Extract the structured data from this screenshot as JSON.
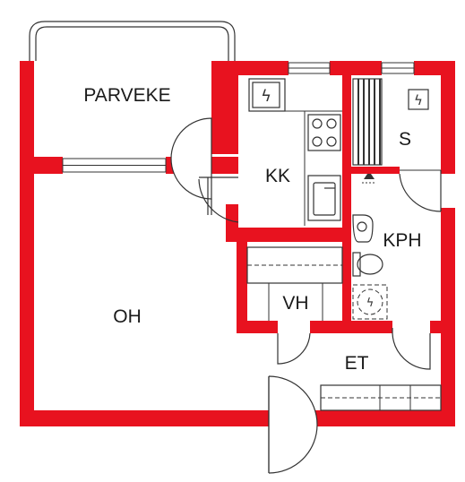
{
  "rooms": {
    "balcony": "PARVEKE",
    "kitchen": "KK",
    "sauna": "S",
    "bathroom": "KPH",
    "living_room": "OH",
    "wardrobe": "VH",
    "entrance": "ET"
  },
  "icons": {
    "electric": "lightning-bolt-icon",
    "stove": "stove-icon",
    "sink": "sink-icon",
    "shower": "shower-icon",
    "toilet": "toilet-icon",
    "washer": "washing-machine-icon"
  },
  "colors": {
    "wall": "#e8121f",
    "line": "#333333",
    "background": "#ffffff"
  }
}
